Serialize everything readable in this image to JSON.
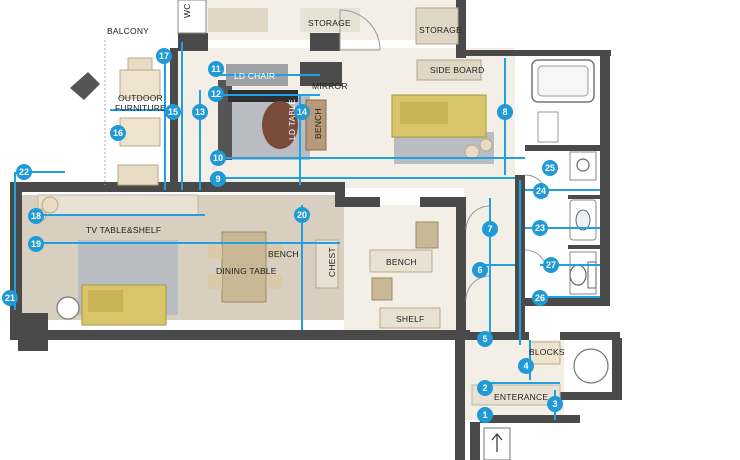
{
  "colors": {
    "wall": "#4a4a4a",
    "floor_living": "#f3efe6",
    "floor_wood": "#d9cfc0",
    "view_line": "#1fa0e0",
    "marker": "#1f9ad6",
    "sofa": "#d8c56a",
    "rug": "#b9bcc0"
  },
  "labels": {
    "balcony": "BALCONY",
    "outdoor": "OUTDOOR",
    "furniture": "FURNITURE",
    "storage_top": "STORAGE",
    "storage_right": "STORAGE",
    "ld_chair": "LD CHAIR",
    "mirror": "MIRROR",
    "side_board": "SIDE BOARD",
    "ld_table": "LD TABLE",
    "bench_ld": "BENCH",
    "tv_table_shelf": "TV TABLE&SHELF",
    "bench_dining": "BENCH",
    "dining_table": "DINING TABLE",
    "chest": "CHEST",
    "bench_room": "BENCH",
    "shelf": "SHELF",
    "blocks": "BLOCKS",
    "entrance": "ENTERANCE",
    "wc": "WC"
  },
  "markers": [
    "1",
    "2",
    "3",
    "4",
    "5",
    "6",
    "7",
    "8",
    "9",
    "10",
    "11",
    "12",
    "13",
    "14",
    "15",
    "16",
    "17",
    "18",
    "19",
    "20",
    "21",
    "22",
    "23",
    "24",
    "25",
    "26",
    "27"
  ]
}
